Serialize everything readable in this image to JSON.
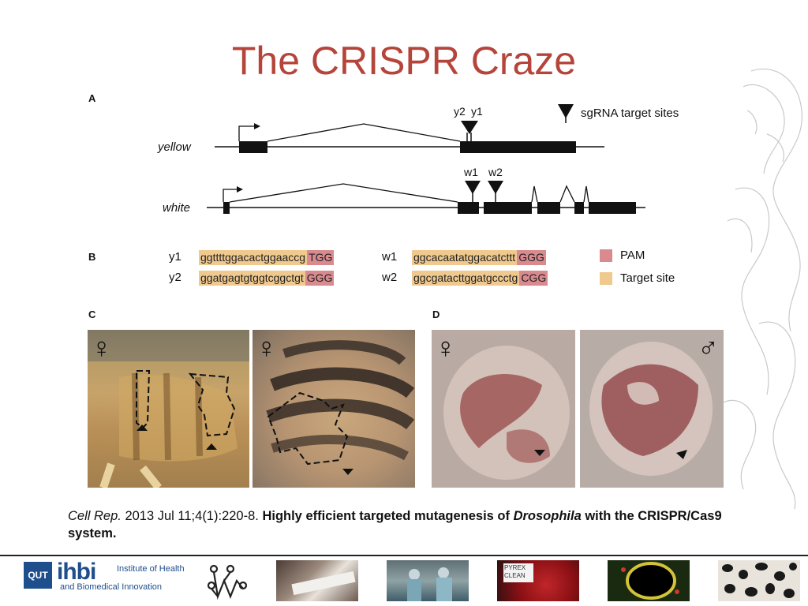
{
  "title": "The CRISPR Craze",
  "panels": {
    "a": "A",
    "b": "B",
    "c": "C",
    "d": "D"
  },
  "panel_a": {
    "genes": [
      "yellow",
      "white"
    ],
    "site_labels": {
      "y2": "y2",
      "y1": "y1",
      "w1": "w1",
      "w2": "w2"
    },
    "legend": "sgRNA target sites"
  },
  "panel_b": {
    "rows": [
      {
        "name": "y1",
        "target": "ggttttggacactggaaccg",
        "pam": "TGG"
      },
      {
        "name": "y2",
        "target": "ggatgagtgtggtcggctgt",
        "pam": "GGG"
      },
      {
        "name": "w1",
        "target": "ggcacaatatggacatcttt",
        "pam": "GGG"
      },
      {
        "name": "w2",
        "target": "ggcgatacttggatgccctg",
        "pam": "CGG"
      }
    ],
    "legend": [
      {
        "label": "PAM",
        "color": "#d98a8f"
      },
      {
        "label": "Target site",
        "color": "#f0c98e"
      }
    ]
  },
  "panel_c": {
    "symbols": [
      "♀",
      "♀"
    ]
  },
  "panel_d": {
    "symbols": [
      "♀",
      "♂"
    ]
  },
  "citation": {
    "journal": "Cell Rep.",
    "details": " 2013 Jul 11;4(1):220-8. ",
    "title_part1": "Highly efficient targeted mutagenesis of ",
    "title_italic": "Drosophila",
    "title_part2": " with the CRISPR/Cas9 system."
  },
  "footer": {
    "logo_qut": "QUT",
    "logo_ihbi": "ihbi",
    "institute_line1": "Institute of Health",
    "institute_line2": "and Biomedical Innovation",
    "pyrex_label": "PYREX",
    "clean_label": "CLEAN"
  },
  "colors": {
    "title": "#b5453a",
    "pam": "#d98a8f",
    "target": "#f0c98e",
    "qut_blue": "#1f4e8c"
  }
}
